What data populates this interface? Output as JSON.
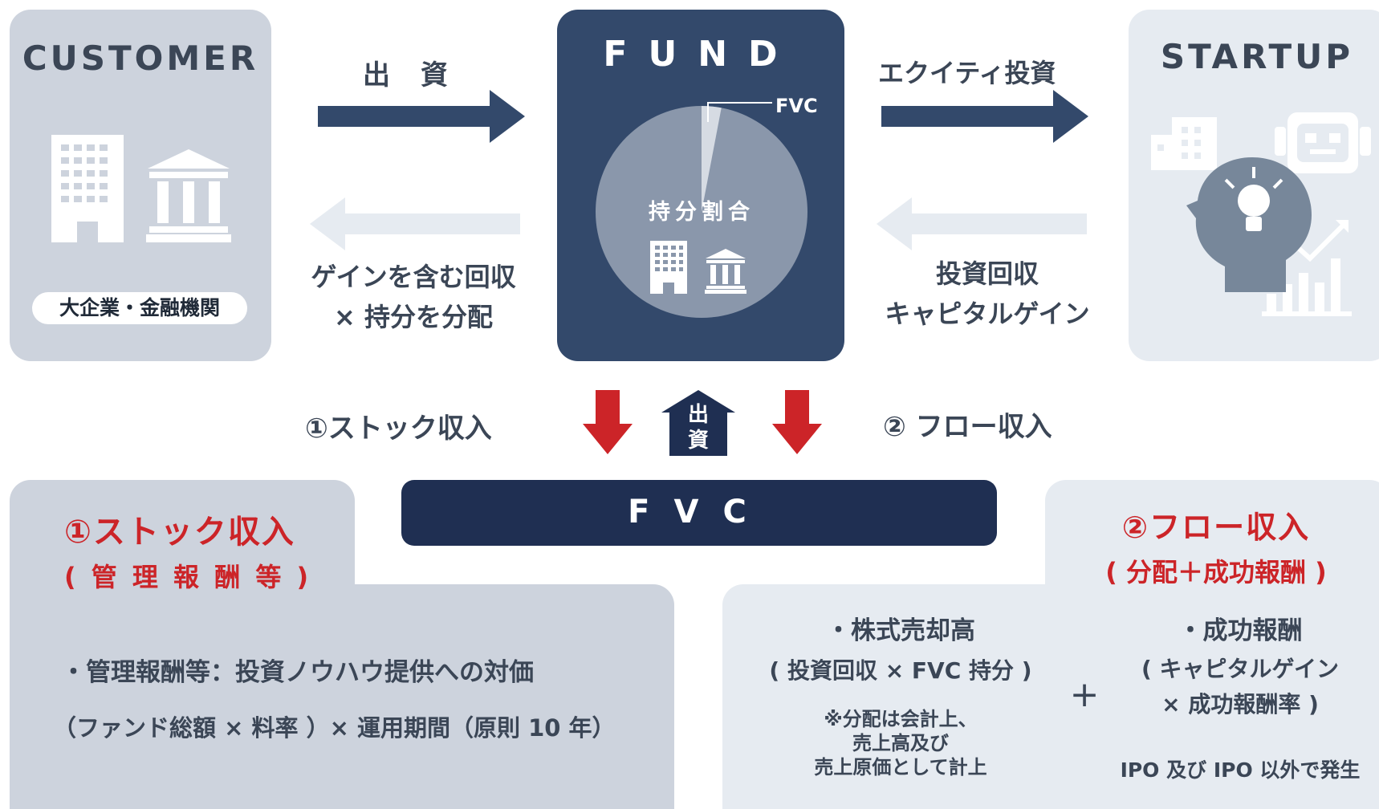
{
  "customer": {
    "title": "CUSTOMER",
    "badge": "大企業・金融機関"
  },
  "fund": {
    "title": "FUND",
    "pie_center_label": "持分割合",
    "pie_slice_label": "FVC"
  },
  "startup": {
    "title": "STARTUP"
  },
  "arrows": {
    "invest": "出　資",
    "equity": "エクイティ投資",
    "return_left_1": "ゲインを含む回収",
    "return_left_2": "× 持分を分配",
    "return_right_1": "投資回収",
    "return_right_2": "キャピタルゲイン"
  },
  "mid": {
    "stock": "①ストック収入",
    "flow": "② フロー収入",
    "house_1": "出",
    "house_2": "資"
  },
  "fvc_bar": "FVC",
  "left_panel": {
    "heading": "①ストック収入",
    "subheading": "( 管 理 報 酬 等 )",
    "line1": "・管理報酬等：投資ノウハウ提供への対価",
    "line2": "（ファンド総額 × 料率 ）× 運用期間（原則 10 年）"
  },
  "right_panel": {
    "heading": "②フロー収入",
    "subheading": "( 分配＋成功報酬 )",
    "col1_title": "・株式売却高",
    "col1_sub": "( 投資回収 × FVC 持分 )",
    "col1_note1": "※分配は会計上、",
    "col1_note2": "売上高及び",
    "col1_note3": "売上原価として計上",
    "plus": "+",
    "col2_title": "・成功報酬",
    "col2_sub1": "( キャピタルゲイン",
    "col2_sub2": "× 成功報酬率 )",
    "col2_note": "IPO 及び IPO 以外で発生"
  },
  "colors": {
    "navy": "#33496b",
    "dark_navy": "#1f2f52",
    "red": "#cc2428",
    "gray": "#cdd3dd",
    "light": "#e6ebf1"
  },
  "pie": {
    "fvc_share_percent": 3
  }
}
